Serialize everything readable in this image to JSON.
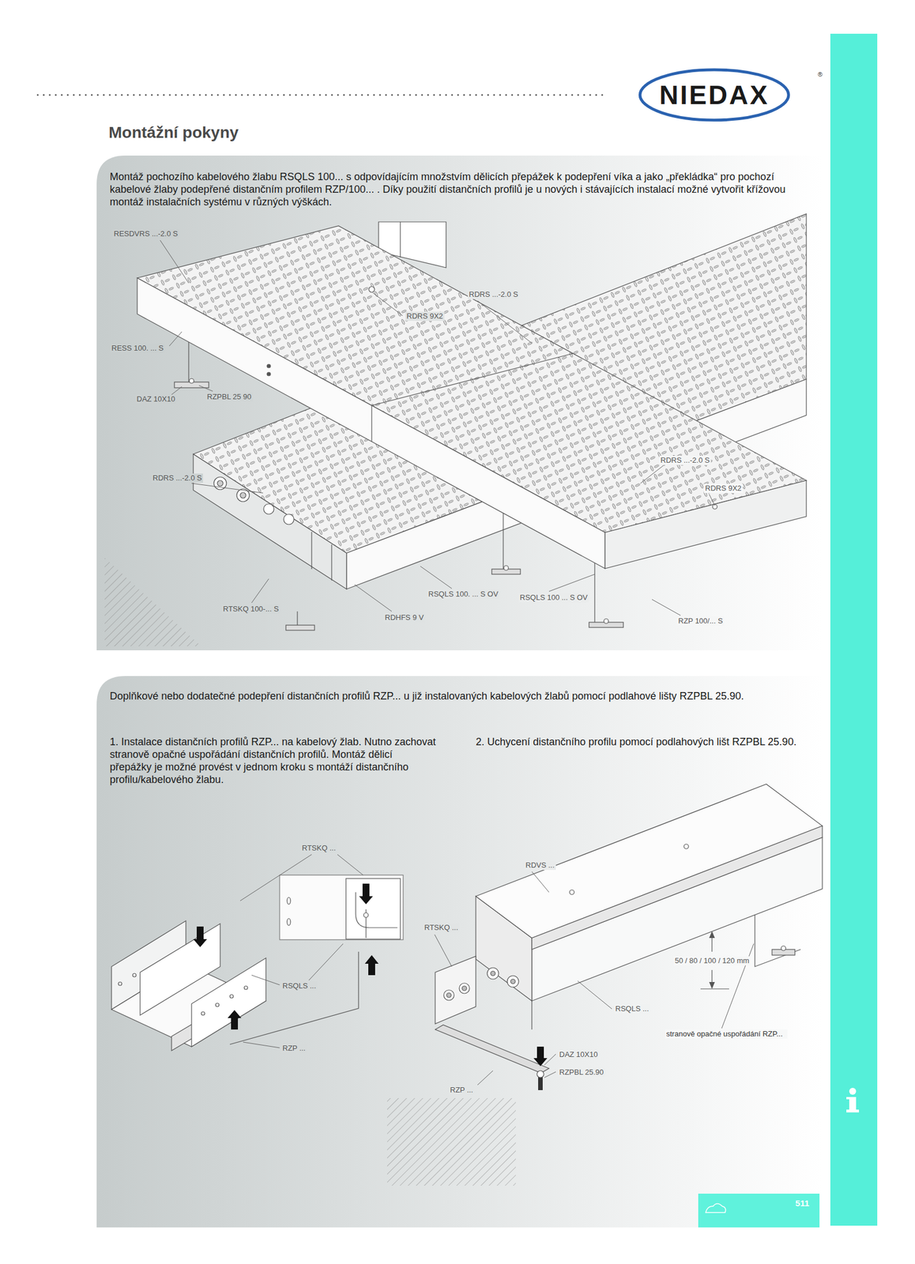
{
  "diagram": {
    "title": "Montážní pokyny",
    "nodes": [
      {
        "text": [
          "NIEDAX"
        ]
      },
      {
        "text": [
          "Montáž pochozího kabelového žlabu RSQLS 100... s odpovídajícím množstvím dělicích přepážek k podepření víka a jako „překládka“ pro pochozí kabelové žlaby podepřené distančním profilem RZP/100... . Díky použití distančních profilů je u nových i stávajících instalací možné vytvořit křížovou montáž instalačních systému v různých výškách."
        ]
      },
      {
        "text": [
          "Doplňkové nebo dodatečné podepření distančních profilů RZP... u již instalovaných kabelových žlabů pomocí podlahové lišty RZPBL 25.90.",
          "1. Instalace distančních profilů RZP... na kabelový žlab. Nutno zachovat stranově opačné uspořádání distančních profilů. Montáž dělicí přepážky je možné provést v jednom kroku s montáží distančního profilu/kabelového žlabu.",
          "2. Uchycení distančního profilu pomocí podlahových lišt RZPBL 25.90."
        ]
      },
      {
        "text": [
          "511"
        ]
      }
    ],
    "labels": [
      "®",
      "RESDVRS ...-2.0 S",
      "RDRS ...-2.0 S",
      "RDRS 9X2",
      "RESS 100. ... S",
      "DAZ 10X10",
      "RZPBL 25 90",
      "RDRS ...-2.0 S",
      "RDRS ...-2.0 S",
      "RDRS 9X2",
      "RTSKQ 100-... S",
      "RSQLS 100. ... S OV",
      "RDHFS 9 V",
      "RSQLS 100 ... S OV",
      "RZP 100/... S",
      "RTSKQ ...",
      "RDVS ...",
      "RTSKQ ...",
      "50 / 80 / 100 / 120 mm",
      "RSQLS ...",
      "RSQLS ...",
      "stranově opačné uspořádání RZP...",
      "DAZ 10X10",
      "RZPBL 25.90",
      "RZP ...",
      "RZP ..."
    ]
  }
}
